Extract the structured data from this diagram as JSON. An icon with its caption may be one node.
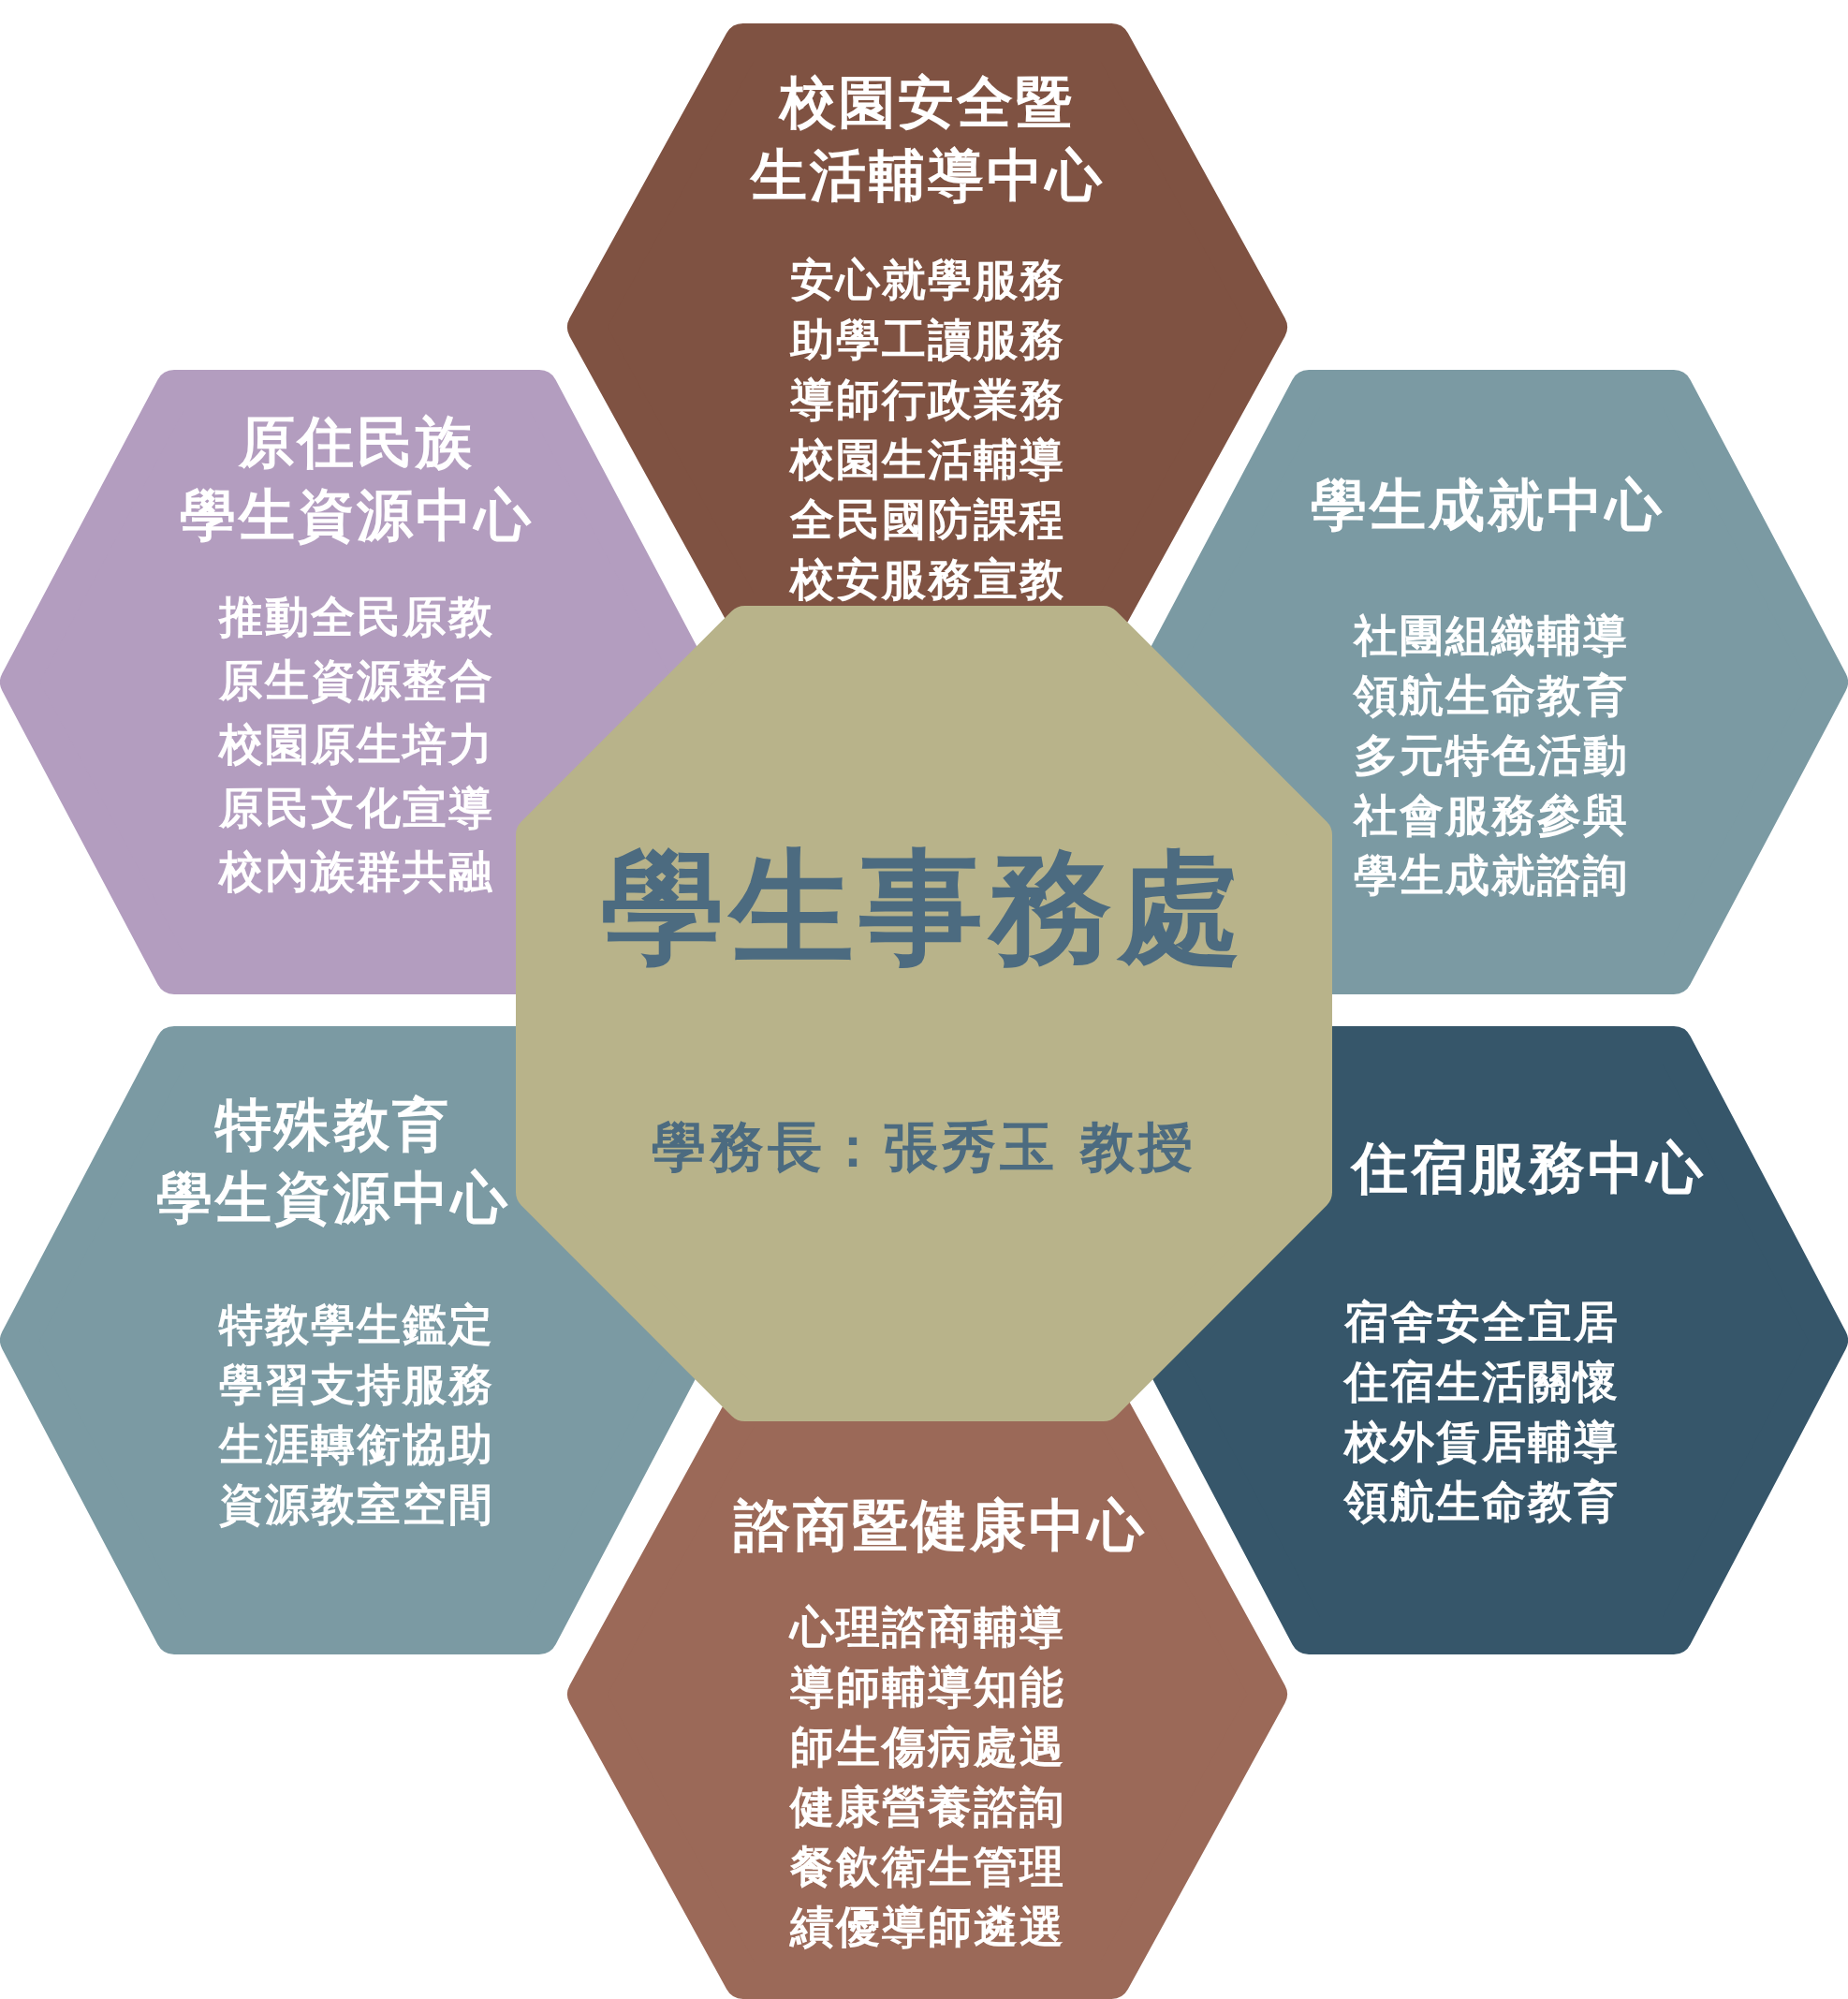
{
  "diagram": {
    "nodes": [
      {
        "text": [
          "校園安全暨生活輔導中心",
          "安心就學服務",
          "助學工讀服務",
          "導師行政業務",
          "校園生活輔導",
          "全民國防課程",
          "校安服務宣教"
        ]
      },
      {
        "text": [
          "原住民族學生資源中心",
          "推動全民原教",
          "原生資源整合",
          "校園原生培力",
          "原民文化宣導",
          "校內族群共融"
        ]
      },
      {
        "text": [
          "學生成就中心",
          "社團組織輔導",
          "領航生命教育",
          "多元特色活動",
          "社會服務參與",
          "學生成就諮詢"
        ]
      },
      {
        "text": [
          "特殊教育學生資源中心",
          "特教學生鑑定",
          "學習支持服務",
          "生涯轉銜協助",
          "資源教室空間"
        ]
      },
      {
        "text": [
          "住宿服務中心",
          "宿舍安全宜居",
          "住宿生活關懷",
          "校外賃居輔導",
          "領航生命教育"
        ]
      },
      {
        "text": [
          "諮商暨健康中心",
          "心理諮商輔導",
          "導師輔導知能",
          "師生傷病處遇",
          "健康營養諮詢",
          "餐飲衛生管理",
          "績優導師遴選"
        ]
      },
      {
        "text": [
          "學生事務處",
          "學務長：張秀玉 教授"
        ]
      }
    ],
    "edges": []
  }
}
